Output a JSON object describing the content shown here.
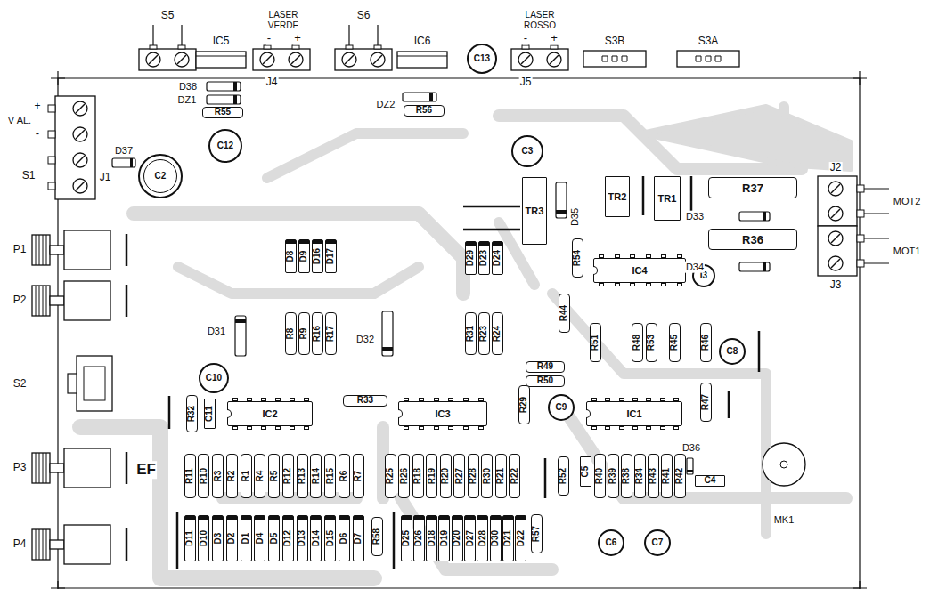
{
  "diagram": {
    "nodes": [
      {
        "text": [
          "R55"
        ]
      },
      {
        "text": [
          "R56"
        ]
      },
      {
        "text": [
          "C13"
        ]
      },
      {
        "text": [
          "C12"
        ]
      },
      {
        "text": [
          "C2"
        ]
      },
      {
        "text": [
          "C3"
        ]
      },
      {
        "text": [
          "TR3"
        ]
      },
      {
        "text": [
          "TR2"
        ]
      },
      {
        "text": [
          "TR1"
        ]
      },
      {
        "text": [
          "R37"
        ]
      },
      {
        "text": [
          "R36"
        ]
      },
      {
        "text": [
          "D8"
        ]
      },
      {
        "text": [
          "D9"
        ]
      },
      {
        "text": [
          "D16"
        ]
      },
      {
        "text": [
          "D17"
        ]
      },
      {
        "text": [
          "D29"
        ]
      },
      {
        "text": [
          "D23"
        ]
      },
      {
        "text": [
          "D24"
        ]
      },
      {
        "text": [
          "R54"
        ]
      },
      {
        "text": [
          "IC4"
        ]
      },
      {
        "text": [
          "I3"
        ]
      },
      {
        "text": [
          "R44"
        ]
      },
      {
        "text": [
          "R8"
        ]
      },
      {
        "text": [
          "R9"
        ]
      },
      {
        "text": [
          "R16"
        ]
      },
      {
        "text": [
          "R17"
        ]
      },
      {
        "text": [
          "R31"
        ]
      },
      {
        "text": [
          "R23"
        ]
      },
      {
        "text": [
          "R24"
        ]
      },
      {
        "text": [
          "R51"
        ]
      },
      {
        "text": [
          "R48"
        ]
      },
      {
        "text": [
          "R53"
        ]
      },
      {
        "text": [
          "R45"
        ]
      },
      {
        "text": [
          "R46"
        ]
      },
      {
        "text": [
          "R49"
        ]
      },
      {
        "text": [
          "R50"
        ]
      },
      {
        "text": [
          "C8"
        ]
      },
      {
        "text": [
          "C10"
        ]
      },
      {
        "text": [
          "R32"
        ]
      },
      {
        "text": [
          "C11"
        ]
      },
      {
        "text": [
          "IC2"
        ]
      },
      {
        "text": [
          "R33"
        ]
      },
      {
        "text": [
          "IC3"
        ]
      },
      {
        "text": [
          "R29"
        ]
      },
      {
        "text": [
          "C9"
        ]
      },
      {
        "text": [
          "IC1"
        ]
      },
      {
        "text": [
          "R47"
        ]
      },
      {
        "text": [
          "R11"
        ]
      },
      {
        "text": [
          "R10"
        ]
      },
      {
        "text": [
          "R3"
        ]
      },
      {
        "text": [
          "R2"
        ]
      },
      {
        "text": [
          "R1"
        ]
      },
      {
        "text": [
          "R4"
        ]
      },
      {
        "text": [
          "R5"
        ]
      },
      {
        "text": [
          "R12"
        ]
      },
      {
        "text": [
          "R13"
        ]
      },
      {
        "text": [
          "R14"
        ]
      },
      {
        "text": [
          "R15"
        ]
      },
      {
        "text": [
          "R6"
        ]
      },
      {
        "text": [
          "R7"
        ]
      },
      {
        "text": [
          "R25"
        ]
      },
      {
        "text": [
          "R26"
        ]
      },
      {
        "text": [
          "R18"
        ]
      },
      {
        "text": [
          "R19"
        ]
      },
      {
        "text": [
          "R20"
        ]
      },
      {
        "text": [
          "R27"
        ]
      },
      {
        "text": [
          "R28"
        ]
      },
      {
        "text": [
          "R30"
        ]
      },
      {
        "text": [
          "R21"
        ]
      },
      {
        "text": [
          "R22"
        ]
      },
      {
        "text": [
          "R52"
        ]
      },
      {
        "text": [
          "C5"
        ]
      },
      {
        "text": [
          "R40"
        ]
      },
      {
        "text": [
          "R39"
        ]
      },
      {
        "text": [
          "R38"
        ]
      },
      {
        "text": [
          "R34"
        ]
      },
      {
        "text": [
          "R43"
        ]
      },
      {
        "text": [
          "R41"
        ]
      },
      {
        "text": [
          "R42"
        ]
      },
      {
        "text": [
          "C4"
        ]
      },
      {
        "text": [
          "D11"
        ]
      },
      {
        "text": [
          "D10"
        ]
      },
      {
        "text": [
          "D3"
        ]
      },
      {
        "text": [
          "D2"
        ]
      },
      {
        "text": [
          "D1"
        ]
      },
      {
        "text": [
          "D4"
        ]
      },
      {
        "text": [
          "D5"
        ]
      },
      {
        "text": [
          "D12"
        ]
      },
      {
        "text": [
          "D13"
        ]
      },
      {
        "text": [
          "D14"
        ]
      },
      {
        "text": [
          "D15"
        ]
      },
      {
        "text": [
          "D6"
        ]
      },
      {
        "text": [
          "D7"
        ]
      },
      {
        "text": [
          "R58"
        ]
      },
      {
        "text": [
          "D25"
        ]
      },
      {
        "text": [
          "D26"
        ]
      },
      {
        "text": [
          "D18"
        ]
      },
      {
        "text": [
          "D19"
        ]
      },
      {
        "text": [
          "D20"
        ]
      },
      {
        "text": [
          "D27"
        ]
      },
      {
        "text": [
          "D28"
        ]
      },
      {
        "text": [
          "D30"
        ]
      },
      {
        "text": [
          "D21"
        ]
      },
      {
        "text": [
          "D22"
        ]
      },
      {
        "text": [
          "R57"
        ]
      },
      {
        "text": [
          "C6"
        ]
      },
      {
        "text": [
          "C7"
        ]
      }
    ],
    "labels": [
      "S5",
      "LASER VERDE",
      "-",
      "+",
      "S6",
      "LASER ROSSO",
      "-",
      "+",
      "IC5",
      "IC6",
      "S3B",
      "S3A",
      "+",
      "V AL.",
      "-",
      "D38",
      "DZ1",
      "J4",
      "J5",
      "DZ2",
      "D37",
      "S1",
      "J1",
      "J2",
      "MOT2",
      "D35",
      "D33",
      "D34",
      "MOT1",
      "P1",
      "J3",
      "P2",
      "D31",
      "D32",
      "S2",
      "D36",
      "EF",
      "P3",
      "MK1",
      "P4"
    ]
  }
}
